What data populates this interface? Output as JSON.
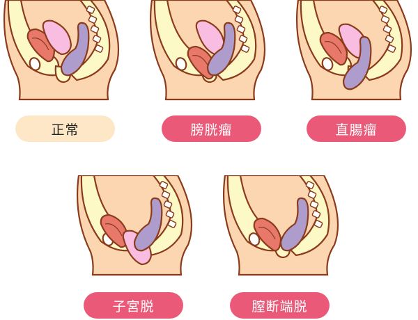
{
  "colors": {
    "normal_label_bg": "#fde7c6",
    "condition_label_bg": "#ea5a78",
    "skin": "#fcd6b0",
    "outline": "#8a3b1b",
    "bone": "#fdf9c6",
    "bladder": "#e8786a",
    "uterus": "#f8bde0",
    "rectum": "#ae9dcc"
  },
  "panels": [
    {
      "label": "正常"
    },
    {
      "label": "膀胱瘤"
    },
    {
      "label": "直腸瘤"
    },
    {
      "label": "子宮脱"
    },
    {
      "label": "膣断端脱"
    }
  ]
}
